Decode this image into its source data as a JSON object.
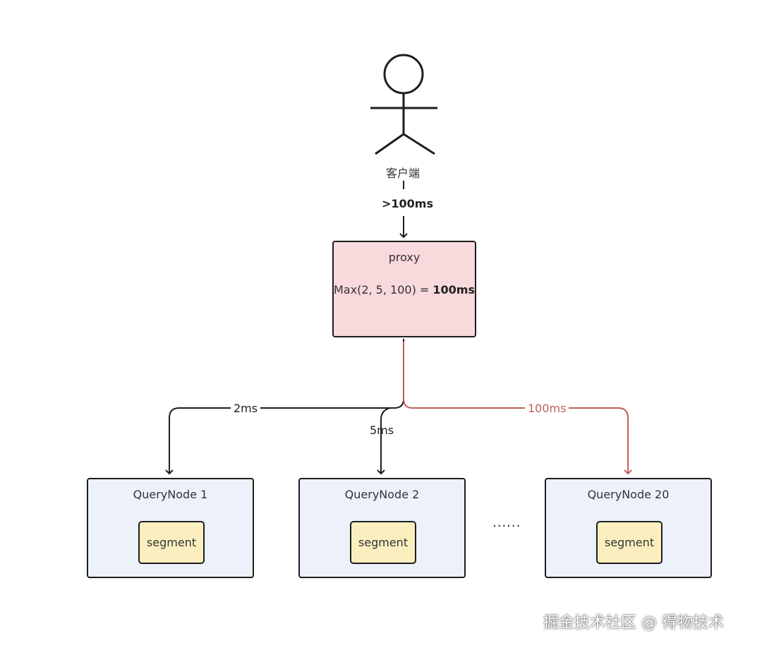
{
  "client": {
    "label": "客户端",
    "latency": ">100ms"
  },
  "proxy": {
    "title": "proxy",
    "formula_prefix": "Max(2, 5, 100) = ",
    "formula_result": "100ms"
  },
  "edges": [
    {
      "latency": "2ms",
      "color": "#1e1e1e"
    },
    {
      "latency": "5ms",
      "color": "#1e1e1e"
    },
    {
      "latency": "100ms",
      "color": "#c0605a"
    }
  ],
  "nodes": [
    {
      "title": "QueryNode 1",
      "segment": "segment"
    },
    {
      "title": "QueryNode 2",
      "segment": "segment"
    },
    {
      "title": "QueryNode 20",
      "segment": "segment"
    }
  ],
  "ellipsis": "......",
  "watermark": "掘金技术社区 @ 得物技术",
  "colors": {
    "proxy_fill": "#f8d9dc",
    "node_fill": "#edf1fa",
    "segment_fill": "#fbefc0",
    "slow_path": "#c0605a"
  }
}
